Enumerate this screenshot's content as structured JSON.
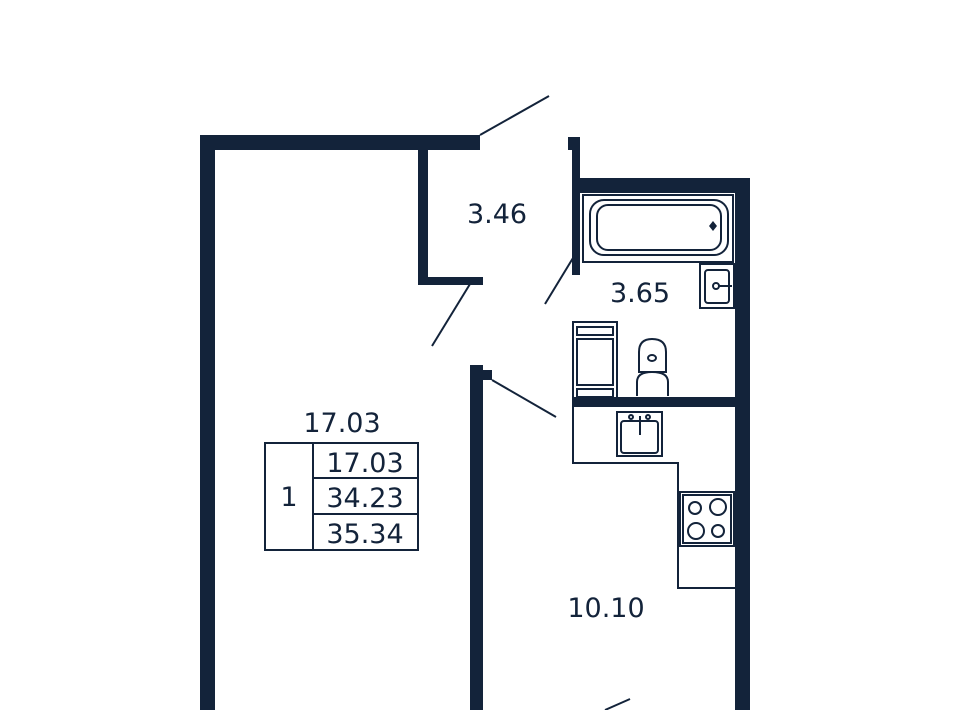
{
  "rooms": {
    "hall": {
      "area": "3.46"
    },
    "bathroom": {
      "area": "3.65"
    },
    "living_room": {
      "area": "17.03"
    },
    "kitchen": {
      "area": "10.10"
    }
  },
  "summary_table": {
    "rooms_count": "1",
    "living_area": "17.03",
    "total_area": "34.23",
    "total_area_with_balcony": "35.34"
  },
  "colors": {
    "wall": "#13233a"
  }
}
